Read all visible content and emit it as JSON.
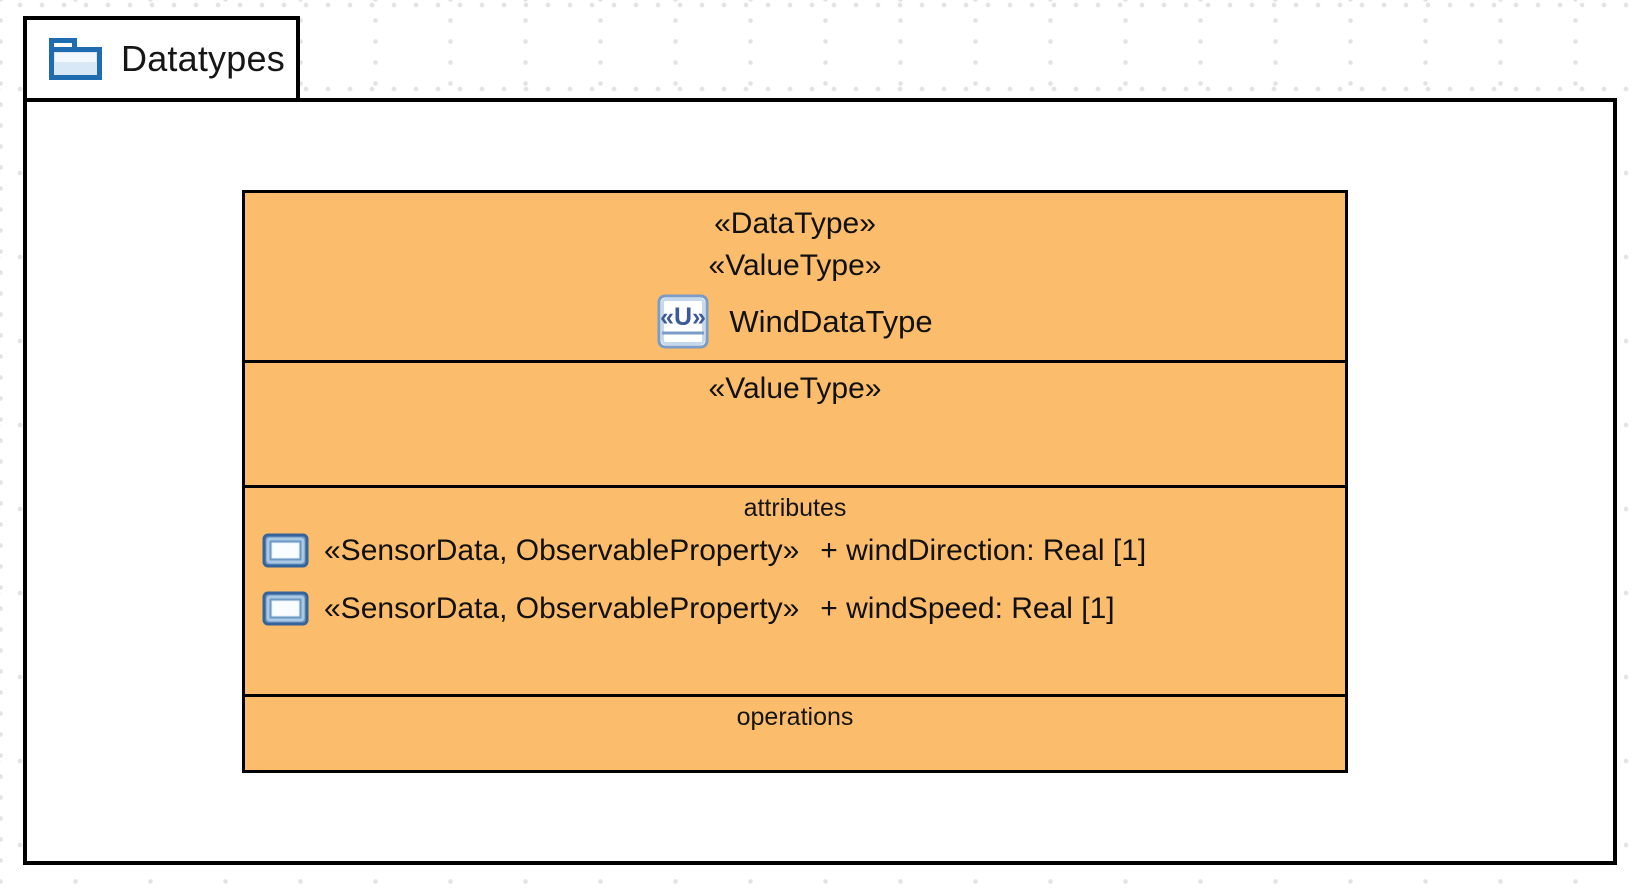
{
  "package": {
    "name": "Datatypes",
    "icon": "folder-icon"
  },
  "class": {
    "header": {
      "stereotype_line_1": "«DataType»",
      "stereotype_line_2": "«ValueType»",
      "icon": "value-type-icon",
      "icon_glyph": "«U»",
      "name": "WindDataType"
    },
    "value_type_compartment": {
      "stereotype": "«ValueType»"
    },
    "attributes_compartment": {
      "label": "attributes",
      "rows": [
        {
          "icon": "property-icon",
          "stereotype": "«SensorData, ObservableProperty»",
          "signature": "+ windDirection: Real [1]"
        },
        {
          "icon": "property-icon",
          "stereotype": "«SensorData, ObservableProperty»",
          "signature": "+ windSpeed: Real [1]"
        }
      ]
    },
    "operations_compartment": {
      "label": "operations"
    }
  },
  "colors": {
    "class_fill": "#FBBD6C",
    "shape_border": "#000000",
    "icon_blue": "#1F6CB0",
    "icon_steel_blue": "#7B9CC6",
    "grid_dot": "#E3E3E3",
    "background": "#FFFFFF"
  }
}
